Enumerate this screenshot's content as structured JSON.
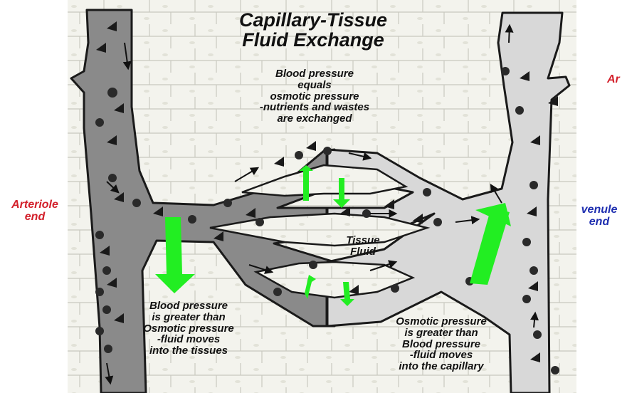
{
  "title": "Capillary-Tissue\nFluid Exchange",
  "labels": {
    "arteriole_end": "Arteriole\nend",
    "venule_end": "venule\nend",
    "cut_label": "Ar",
    "middle_note": "Blood pressure\nequals\nosmotic pressure\n-nutrients and wastes\nare exchanged",
    "tissue_fluid": "Tissue\nFluid",
    "left_note": "Blood pressure\nis greater than\nOsmotic pressure\n-fluid moves\ninto the tissues",
    "right_note": "Osmotic pressure\nis greater than\nBlood pressure\n-fluid moves\ninto the capillary"
  },
  "colors": {
    "arteriole_fill": "#8a8a8a",
    "venule_fill": "#d8d8d8",
    "outline": "#1a1a1a",
    "arrow_green": "#22ee22",
    "arteriole_label": "#d3202b",
    "venule_label": "#1f2fb0",
    "tissue_cell_fill": "#f3f3ed",
    "tissue_cell_line": "#c9c9c0"
  }
}
